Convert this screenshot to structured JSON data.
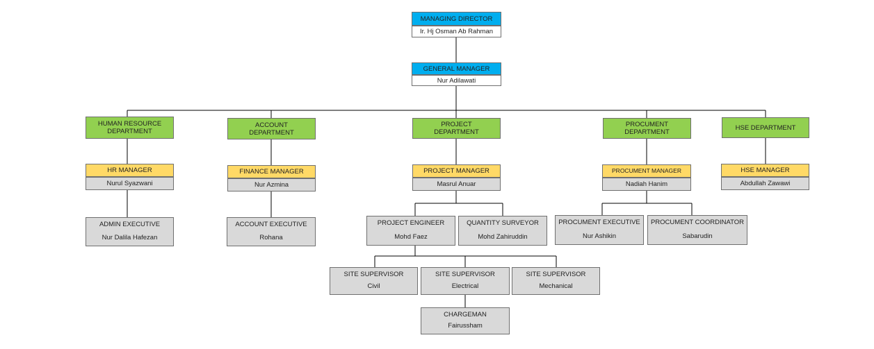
{
  "managing_director": {
    "title": "MANAGING DIRECTOR",
    "name": "Ir. Hj Osman Ab Rahman"
  },
  "general_manager": {
    "title": "GENERAL MANAGER",
    "name": "Nur Adilawati"
  },
  "departments": {
    "hr": "HUMAN RESOURCE DEPARTMENT",
    "account": "ACCOUNT DEPARTMENT",
    "project": "PROJECT DEPARTMENT",
    "procument": "PROCUMENT DEPARTMENT",
    "hse": "HSE DEPARTMENT"
  },
  "managers": {
    "hr": {
      "title": "HR MANAGER",
      "name": "Nurul Syazwani"
    },
    "finance": {
      "title": "FINANCE MANAGER",
      "name": "Nur Azmina"
    },
    "project": {
      "title": "PROJECT MANAGER",
      "name": "Masrul Anuar"
    },
    "procument": {
      "title": "PROCUMENT MANAGER",
      "name": "Nadiah Hanim"
    },
    "hse": {
      "title": "HSE MANAGER",
      "name": "Abdullah Zawawi"
    }
  },
  "staff": {
    "admin_executive": {
      "title": "ADMIN EXECUTIVE",
      "name": "Nur Dalila Hafezan"
    },
    "account_executive": {
      "title": "ACCOUNT EXECUTIVE",
      "name": "Rohana"
    },
    "project_engineer": {
      "title": "PROJECT ENGINEER",
      "name": "Mohd Faez"
    },
    "quantity_surveyor": {
      "title": "QUANTITY SURVEYOR",
      "name": "Mohd Zahiruddin"
    },
    "procument_executive": {
      "title": "PROCUMENT EXECUTIVE",
      "name": "Nur Ashikin"
    },
    "procument_coordinator": {
      "title": "PROCUMENT COORDINATOR",
      "name": "Sabarudin"
    },
    "site_supervisor_civil": {
      "title": "SITE SUPERVISOR",
      "name": "Civil"
    },
    "site_supervisor_electrical": {
      "title": "SITE SUPERVISOR",
      "name": "Electrical"
    },
    "site_supervisor_mechanical": {
      "title": "SITE SUPERVISOR",
      "name": "Mechanical"
    },
    "chargeman": {
      "title": "CHARGEMAN",
      "name": "Fairussham"
    }
  }
}
